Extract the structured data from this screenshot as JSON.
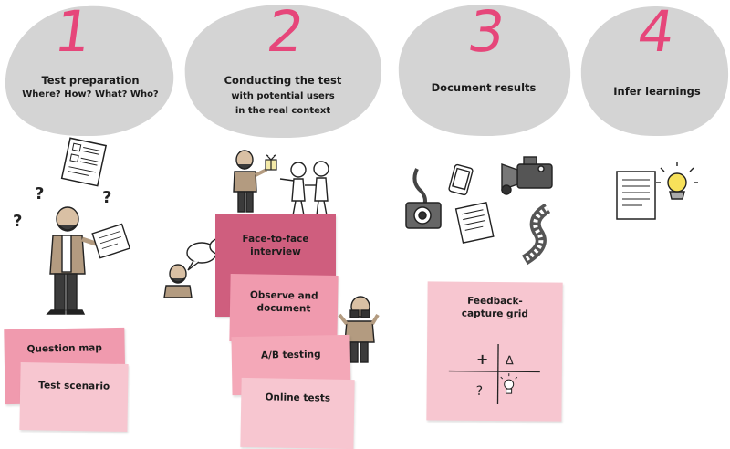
{
  "steps": [
    {
      "number": "1",
      "title": "Test preparation",
      "subtitle": "Where? How? What? Who?"
    },
    {
      "number": "2",
      "title": "Conducting the test",
      "subtitle_1": "with potential users",
      "subtitle_2": "in the real context"
    },
    {
      "number": "3",
      "title": "Document results"
    },
    {
      "number": "4",
      "title": "Infer learnings"
    }
  ],
  "notes": {
    "question_map": "Question map",
    "test_scenario": "Test scenario",
    "face_to_face_1": "Face-to-face",
    "face_to_face_2": "interview",
    "observe_1": "Observe and",
    "observe_2": "document",
    "ab_testing": "A/B testing",
    "online_tests": "Online tests",
    "feedback_1": "Feedback-",
    "feedback_2": "capture grid"
  },
  "feedback_grid": {
    "plus": "+",
    "delta": "Δ",
    "question": "?"
  },
  "colors": {
    "blob": "#d4d4d4",
    "numeral": "#e6467a",
    "note_light": "#f7c6d0",
    "note_medium": "#f09aae",
    "note_dark": "#cf5e7e"
  },
  "icons": [
    "question-mark-icon",
    "document-icon",
    "camera-icon",
    "phone-icon",
    "video-camera-icon",
    "film-strip-icon",
    "lightbulb-icon",
    "speech-bubble-icon",
    "gift-icon",
    "binoculars-icon"
  ]
}
